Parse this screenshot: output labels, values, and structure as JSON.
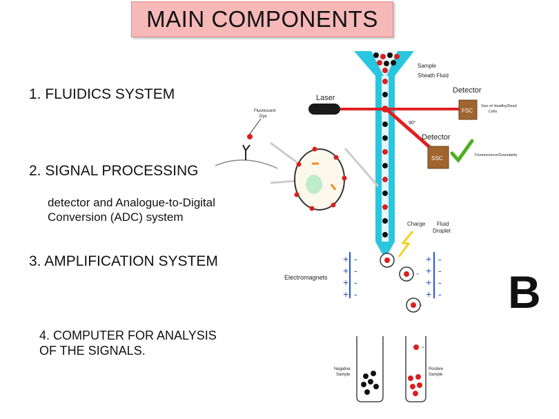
{
  "title": "MAIN COMPONENTS",
  "items": [
    "1.  FLUIDICS SYSTEM",
    "2. SIGNAL PROCESSING",
    "3. AMPLIFICATION SYSTEM"
  ],
  "signal_processing_detail": [
    "detector and Analogue-to-Digital",
    "Conversion (ADC) system"
  ],
  "item4": [
    "4. COMPUTER FOR ANALYSIS",
    "OF THE SIGNALS."
  ],
  "diagram": {
    "labels": {
      "sample": "Sample",
      "sheath_fluid": "Sheath Fluid",
      "laser": "Laser",
      "detector_top": "Detector",
      "fsc": "FSC",
      "fsc_desc": [
        "Size of Healthy/Dead",
        "Cells"
      ],
      "fluorescent_dye": [
        "Fluorescent",
        "Dye"
      ],
      "theta": "90°",
      "detector_side": "Detector",
      "ssc": "SSC",
      "ssc_desc": "Fluorescence/Granularity",
      "charge": "Charge",
      "fluid_droplet": [
        "Fluid",
        "Droplet"
      ],
      "electromagnets": "Electromagnets",
      "negative_sample": [
        "Negative",
        "Sample"
      ],
      "positive_sample": [
        "Positive",
        "Sample"
      ],
      "panel_letter": "B"
    },
    "colors": {
      "tube": "#29c6e0",
      "laser": "#e02020",
      "cell_red": "#d82020",
      "detector_box": "#a0642e",
      "check": "#4caf1e",
      "plus": "#2a4fd0",
      "title_bg": "#f7b8b8"
    }
  }
}
